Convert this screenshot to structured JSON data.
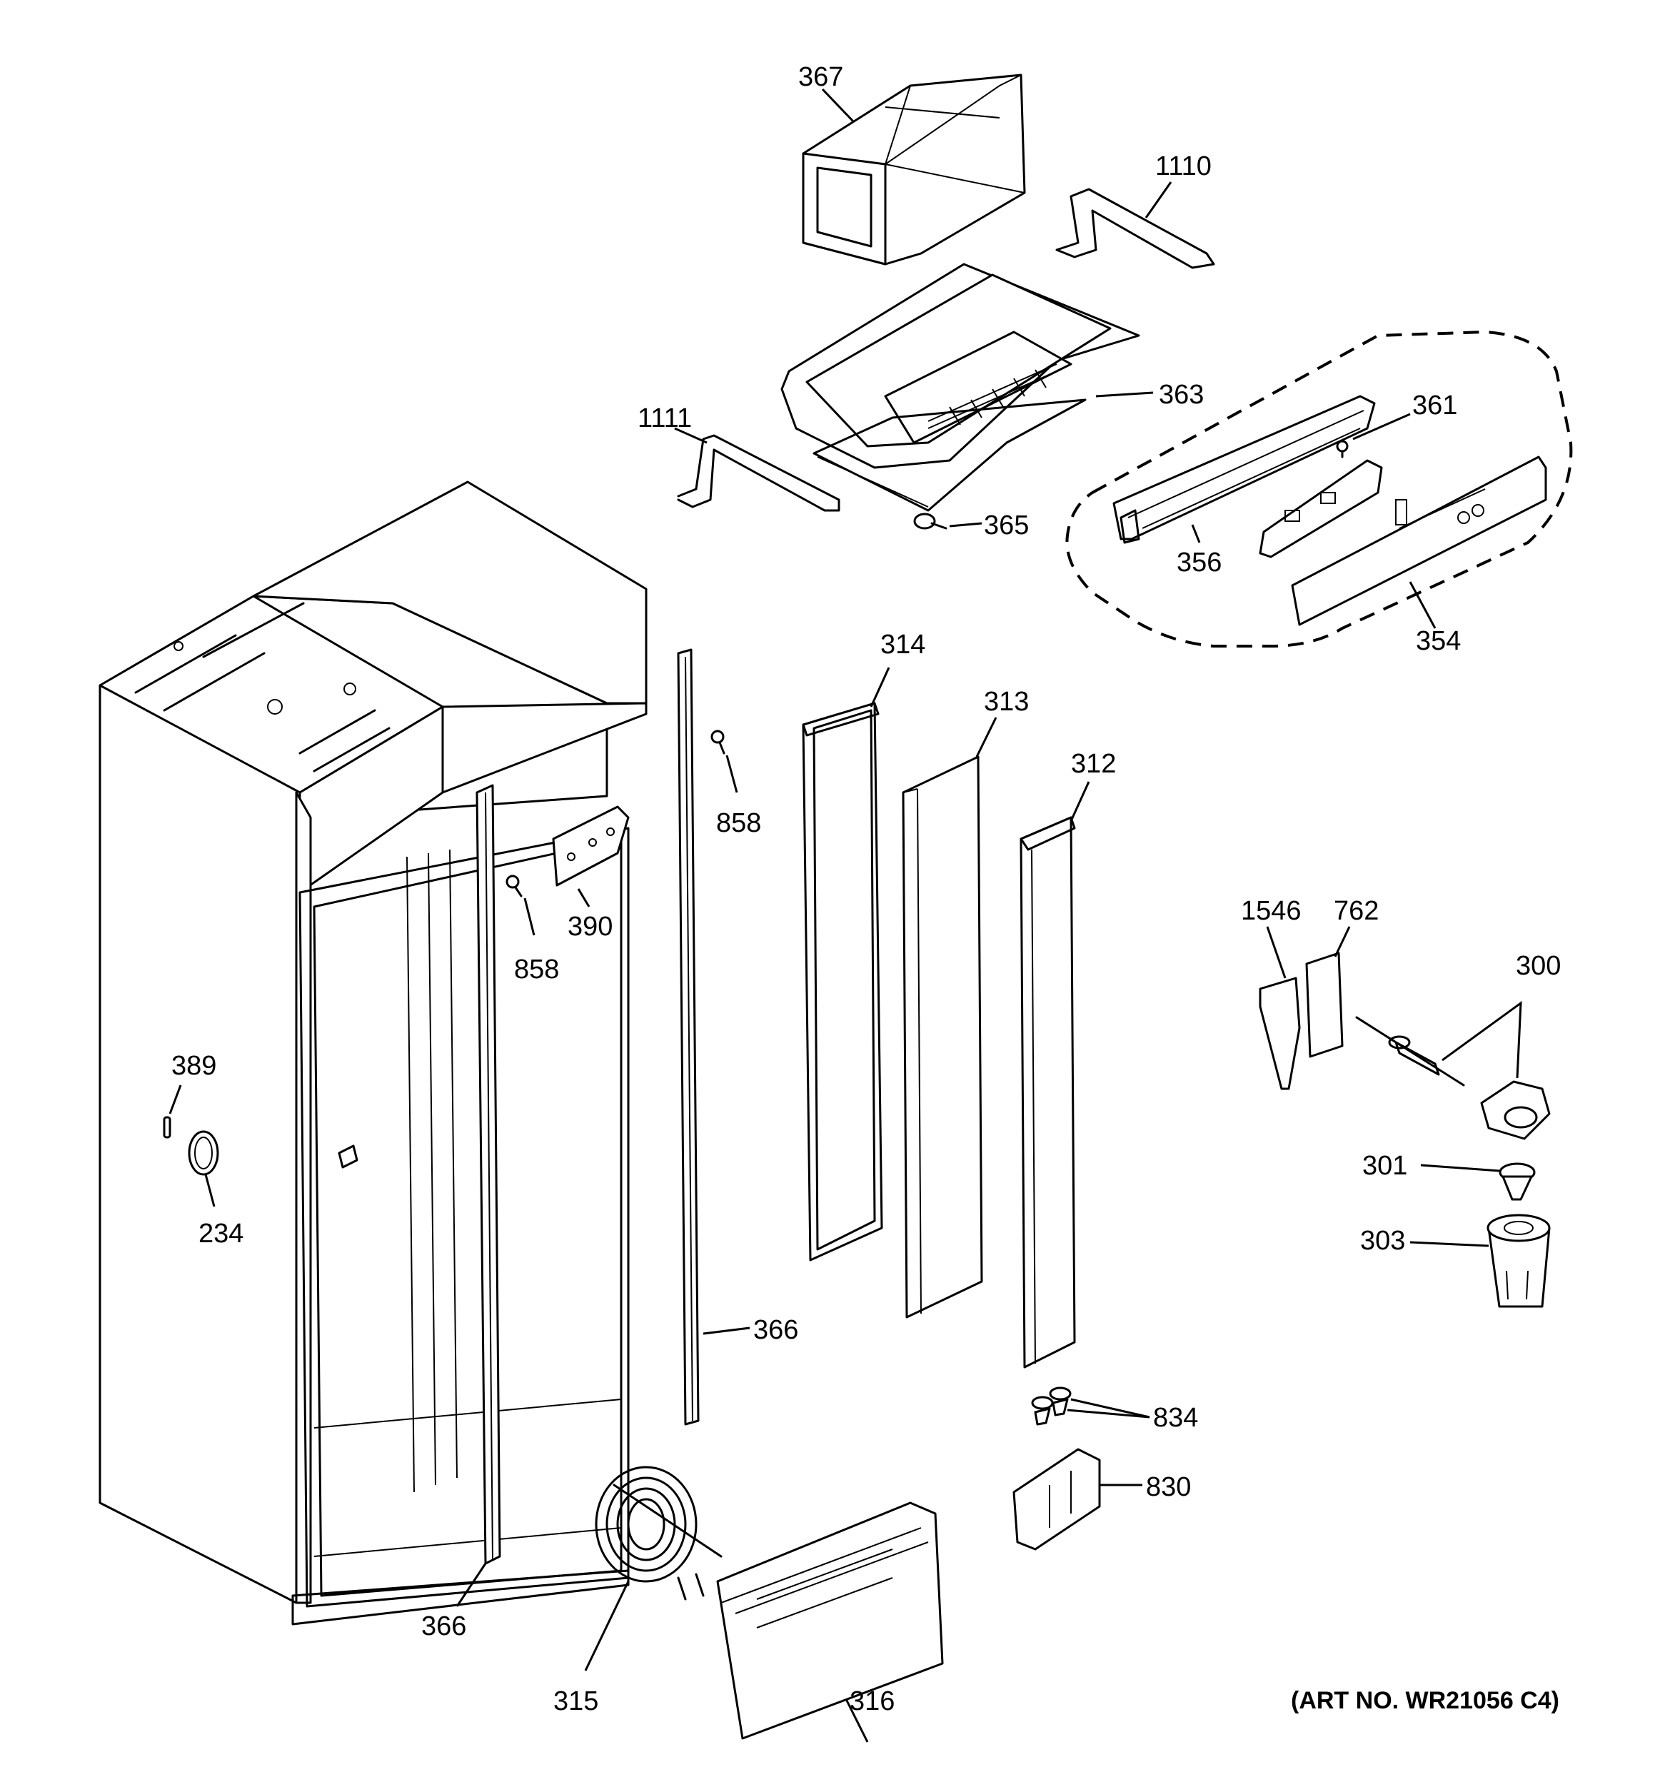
{
  "callouts": {
    "c367": "367",
    "c1110": "1110",
    "c1111": "1111",
    "c363": "363",
    "c361": "361",
    "c365": "365",
    "c356": "356",
    "c354": "354",
    "c314": "314",
    "c313": "313",
    "c312": "312",
    "c858a": "858",
    "c858b": "858",
    "c390": "390",
    "c1546": "1546",
    "c762": "762",
    "c300": "300",
    "c389": "389",
    "c234": "234",
    "c301": "301",
    "c303": "303",
    "c366a": "366",
    "c366b": "366",
    "c834": "834",
    "c830": "830",
    "c315": "315",
    "c316": "316"
  },
  "art_number": "(ART NO. WR21056 C4)"
}
